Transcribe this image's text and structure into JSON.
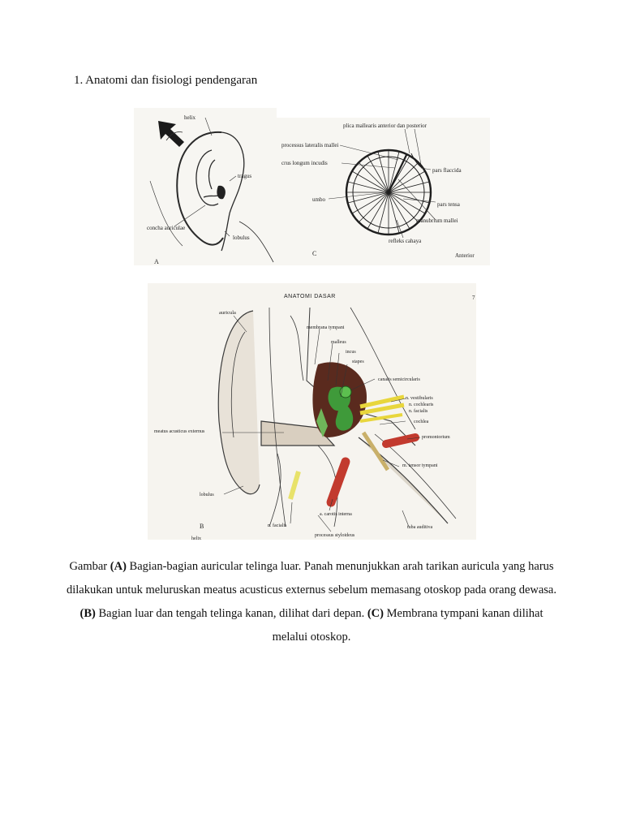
{
  "heading": "1. Anatomi dan fisiologi pendengaran",
  "figureA": {
    "panel": "A",
    "labels": {
      "helix": "helix",
      "tragus": "tragus",
      "concha": "concha auriculae",
      "lobulus": "lobulus"
    }
  },
  "figureC": {
    "panel": "C",
    "orientation": "Anterior",
    "labels": {
      "plica": "plica mallearis anterior dan posterior",
      "processus": "processus lateralis mallei",
      "crus": "crus longum incudis",
      "umbo": "umbo",
      "flaccida": "pars flaccida",
      "tensa": "pars tensa",
      "manubrium": "manubrium mallei",
      "refleks": "refleks cahaya"
    }
  },
  "figureB": {
    "header": "ANATOMI DASAR",
    "panel": "B",
    "cut_text": "helix",
    "labels": {
      "auricula": "auricula",
      "membrana": "membrana tympani",
      "malleus": "malleus",
      "incus": "incus",
      "stapes": "stapes",
      "canalis": "canalis semicircularis",
      "vestibularis": "n. vestibularis",
      "cochlearis": "n. cochlearis",
      "facialis_r": "n. facialis",
      "cochlea": "cochlea",
      "promontorium": "promontorium",
      "meatus": "meatus acusticus externus",
      "tensor": "m. tensor tympani",
      "lobulus": "lobulus",
      "carotis": "a. carotis interna",
      "facialis_b": "n. facialis",
      "tuba": "tuba auditiva",
      "styloideus": "processus styloideus"
    }
  },
  "caption": {
    "p1": "Gambar ",
    "a": "(A)",
    "p2": " Bagian-bagian auricular telinga luar. Panah menunjukkan arah tarikan auricula yang harus dilakukan untuk meluruskan meatus acusticus externus sebelum memasang otoskop pada orang dewasa. ",
    "b": "(B)",
    "p3": " Bagian luar dan tengah telinga kanan, dilihat dari depan. ",
    "c": "(C)",
    "p4": " Membrana tympani kanan dilihat melalui otoskop."
  }
}
